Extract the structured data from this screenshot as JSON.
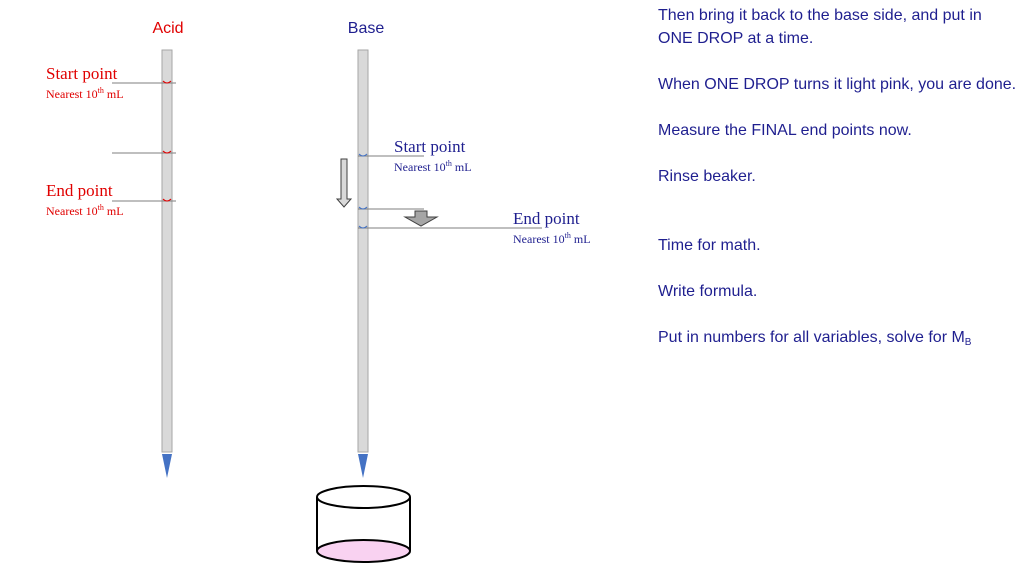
{
  "acid": {
    "label": "Acid",
    "color": "#e00000",
    "start_label": "Start point",
    "start_sub_prefix": "Nearest 10",
    "start_sub_sup": "th",
    "start_sub_suffix": " mL",
    "end_label": "End point",
    "end_sub_prefix": "Nearest 10",
    "end_sub_sup": "th",
    "end_sub_suffix": " mL"
  },
  "base": {
    "label": "Base",
    "color": "#1f1f8f",
    "start_label": "Start point",
    "start_sub_prefix": "Nearest 10",
    "start_sub_sup": "th",
    "start_sub_suffix": " mL",
    "end_label": "End point",
    "end_sub_prefix": "Nearest 10",
    "end_sub_sup": "th",
    "end_sub_suffix": " mL"
  },
  "colors": {
    "burette_fill": "#d9d9d9",
    "burette_stroke": "#a6a6a6",
    "tip": "#4472c4",
    "beaker_liquid": "#f9d2f1",
    "notes_text": "#1f1f8f"
  },
  "notes": {
    "p1": "Then bring it back to the base side, and put in ONE DROP at a time.",
    "p2": "When ONE DROP turns it light pink, you are done.",
    "p3": "Measure the FINAL end points now.",
    "p4": "Rinse beaker.",
    "p5": "Time for math.",
    "p6": "Write formula.",
    "p7_text": "Put in numbers for all variables, solve for M",
    "p7_sub": "B"
  }
}
